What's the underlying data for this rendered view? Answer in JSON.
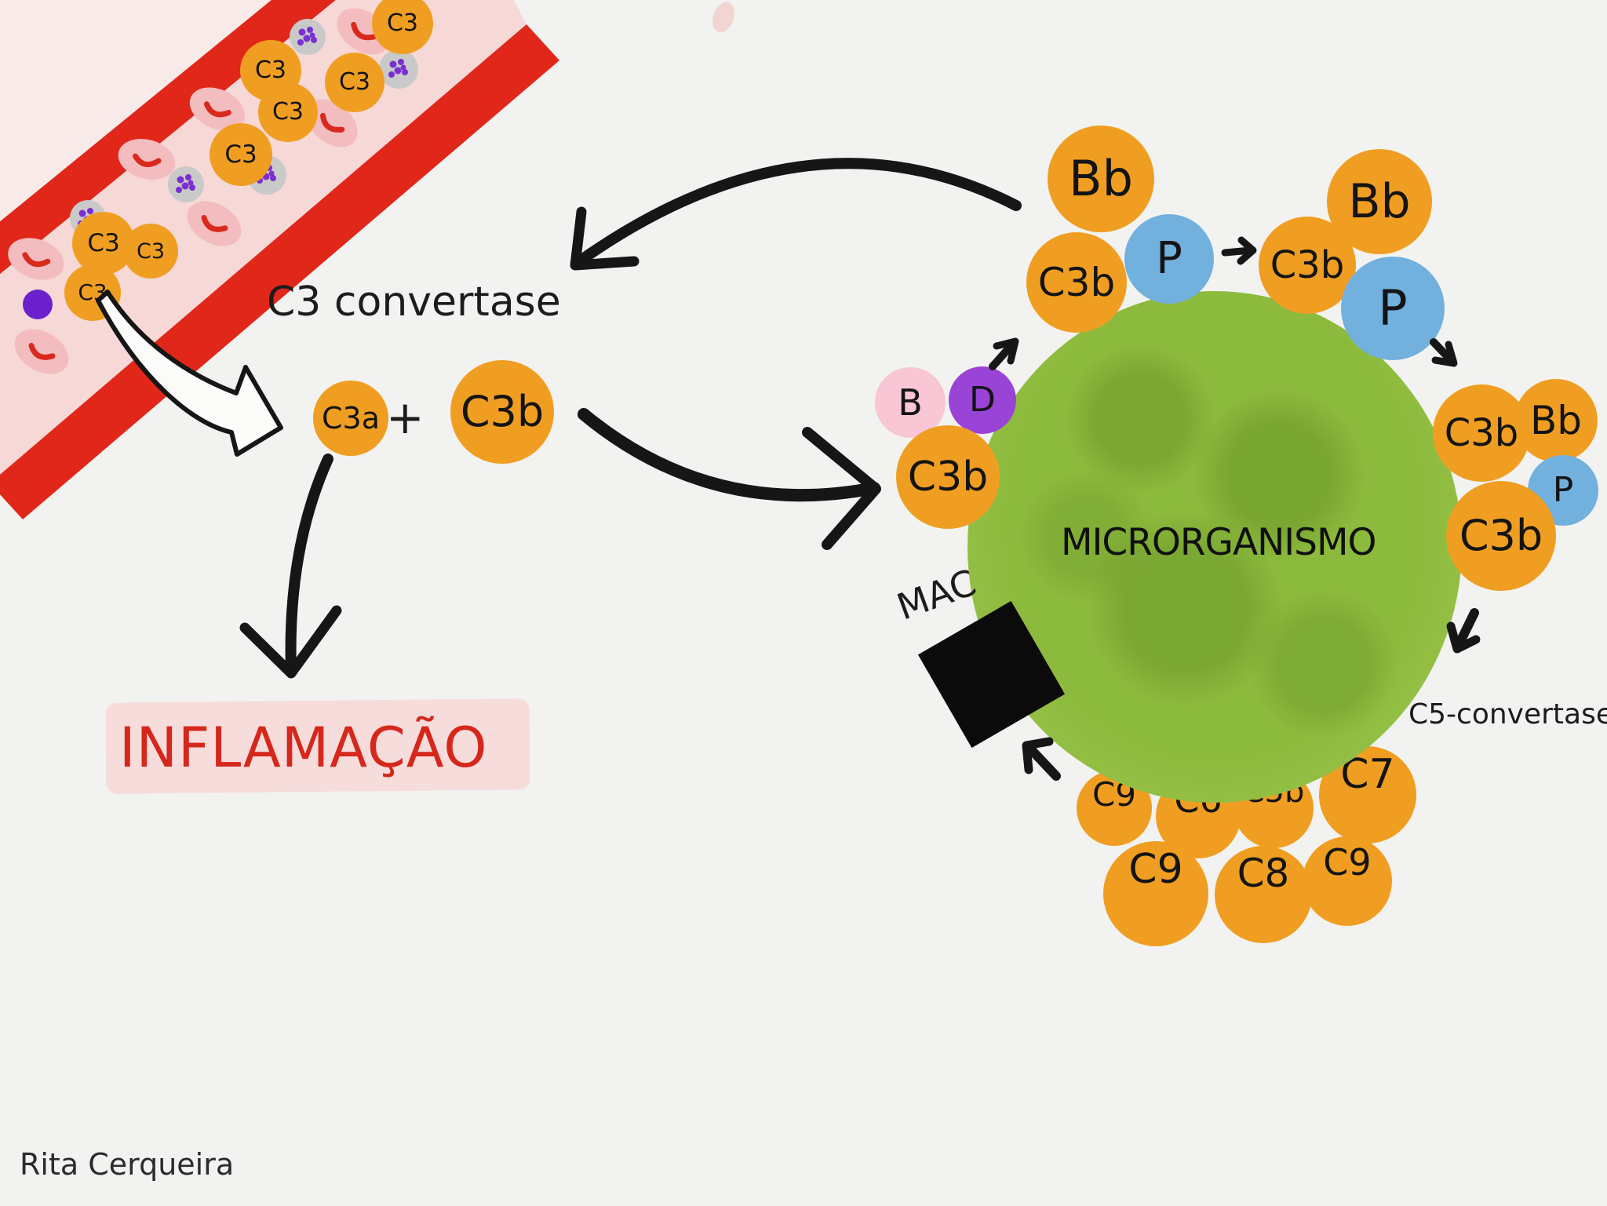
{
  "labels": {
    "c3_convertase": "C3 convertase",
    "c5_convertase": "C5-convertase",
    "inflamacao": "INFLAMAÇÃO",
    "microrganismo": "MICRORGANISMO",
    "mac": "MAC",
    "plus": "+",
    "signature": "Rita Cerqueira"
  },
  "vessel": {
    "c3_labels": [
      "C3",
      "C3",
      "C3",
      "C3",
      "C3",
      "C3",
      "C3",
      "C3"
    ]
  },
  "molecules": {
    "c3a": "C3a",
    "c3b_free": "C3b",
    "b": "B",
    "d": "D",
    "c3b_bound": "C3b",
    "complex1": {
      "bb": "Bb",
      "c3b": "C3b",
      "p": "P"
    },
    "complex2": {
      "bb": "Bb",
      "c3b": "C3b",
      "p": "P"
    },
    "c5_complex": {
      "c3b_top": "C3b",
      "bb": "Bb",
      "p": "P",
      "c3b_bottom": "C3b"
    },
    "terminal": [
      "C9",
      "C6",
      "C5b",
      "C7",
      "C9",
      "C8",
      "C9"
    ]
  },
  "palette": {
    "orange": "#f09e22",
    "blue": "#72b0de",
    "pink": "#f9c6d5",
    "purple": "#9a43d7",
    "green": "#8cba3c",
    "vessel_red": "#e0271a",
    "lumen_pink": "#f6d8d7",
    "rbc_pink": "#f3bcbf",
    "neutrophil_gray": "#c9c9c9",
    "pathogen_purple": "#6a21cc",
    "inflammation_red": "#d5271b",
    "highlight_pink": "#f6dcdb",
    "mac_black": "#0b0b0b",
    "ink": "#161616"
  }
}
